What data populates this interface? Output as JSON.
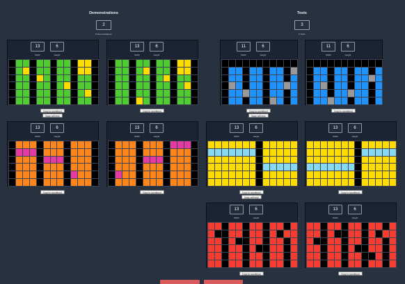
{
  "palette": {
    "0": "#000000",
    "1": "#1e93ff",
    "2": "#f93c31",
    "3": "#4fcc30",
    "4": "#ffdc00",
    "5": "#999999",
    "6": "#e53aa3",
    "7": "#ff851b",
    "8": "#87d8f1",
    "9": "#921231"
  },
  "demonstrations": {
    "title": "Demonstrations",
    "count": "2",
    "sub_label": "# Demonstrations"
  },
  "tests": {
    "title": "Tests",
    "count": "3",
    "sub_label": "# Tests"
  },
  "labels": {
    "width": "Width",
    "height": "Height",
    "copy": "Copy to countinput",
    "swap": "Swap with test"
  },
  "demos": [
    {
      "input": {
        "width": "13",
        "height": "6",
        "rows": [
          "0330330330440",
          "0340330330440",
          "0330430330330",
          "0330330340330",
          "0330330330340",
          "0330330330330"
        ]
      },
      "output": {
        "width": "13",
        "height": "6",
        "rows": [
          "0330330330440",
          "0330340330440",
          "0330330340330",
          "0330330330340",
          "0330330330330",
          "0330430330330"
        ]
      }
    },
    {
      "input": {
        "width": "13",
        "height": "6",
        "rows": [
          "0777077707770",
          "0666077707770",
          "0777066607770",
          "0777077707770",
          "0777077706770",
          "0777077707770"
        ]
      },
      "output": {
        "width": "13",
        "height": "6",
        "rows": [
          "0777077706660",
          "0777077707770",
          "0777066607770",
          "0777077707770",
          "0677077707770",
          "0777077707770"
        ]
      }
    }
  ],
  "test_cases": [
    {
      "input": {
        "width": "11",
        "height": "6",
        "rows": [
          "00000000000",
          "01101101105",
          "01101101101",
          "05101101151",
          "01151101101",
          "01101105101"
        ]
      },
      "output": {
        "width": "11",
        "height": "6",
        "rows": [
          "00000000000",
          "01101101101",
          "01101101151",
          "01501101101",
          "01101151101",
          "01151101101"
        ]
      }
    },
    {
      "input": {
        "width": "13",
        "height": "6",
        "rows": [
          "4444444044444",
          "8888888044444",
          "4444444044444",
          "4444444088888",
          "4444444044444",
          "4444444044444"
        ]
      },
      "output": {
        "width": "13",
        "height": "6",
        "rows": [
          "4444444044444",
          "4444444088888",
          "4444444044444",
          "8888888044444",
          "4444444044444",
          "4444444044444"
        ]
      }
    },
    {
      "input": {
        "width": "13",
        "height": "6",
        "rows": [
          "2202202202202",
          "2002202202022",
          "2202002202202",
          "2202202002202",
          "2202202202202",
          "2202202202202"
        ]
      },
      "output": {
        "width": "13",
        "height": "6",
        "rows": [
          "2202202202202",
          "2202002202022",
          "2002202202202",
          "2202202002202",
          "2202202200202",
          "2202202202202"
        ]
      }
    }
  ]
}
